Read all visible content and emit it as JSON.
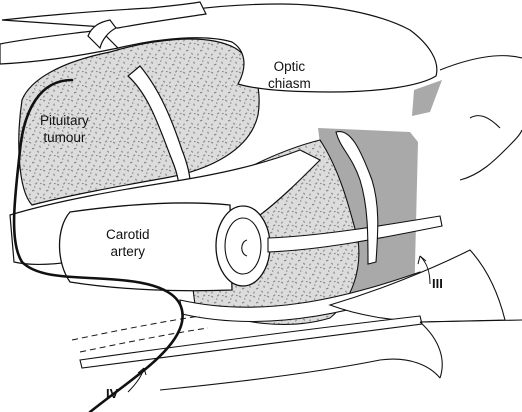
{
  "labels": {
    "pituitary_tumour": [
      "Pituitary",
      "tumour"
    ],
    "optic_chiasm": [
      "Optic",
      "chiasm"
    ],
    "carotid_artery": [
      "Carotid",
      "artery"
    ],
    "nerve_iii": "III",
    "nerve_iv": "IV"
  },
  "colors": {
    "stroke": "#111111",
    "tumour_fill": "#dcdcdc",
    "tumour_speckle": "#8a8a8a",
    "cavernous_grey": "#a9a9a9",
    "background": "#ffffff"
  }
}
